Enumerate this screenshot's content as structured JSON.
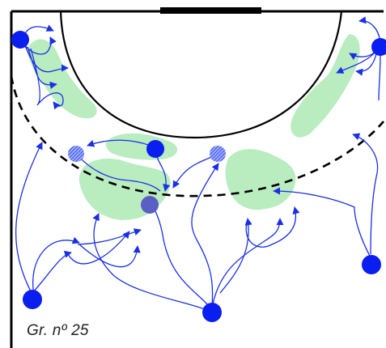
{
  "caption": "Gr. nº 25",
  "colors": {
    "line": "#000000",
    "player": "#0b1ef0",
    "player_dim": "#5a5fc4",
    "hatched": "#6c7ef2",
    "arrow": "#1a2fe6",
    "zone": "#b9ecbf"
  },
  "legend_icons": [
    "player-solid",
    "player-hatched",
    "player-dim",
    "movement-arrow",
    "zone-patch"
  ]
}
